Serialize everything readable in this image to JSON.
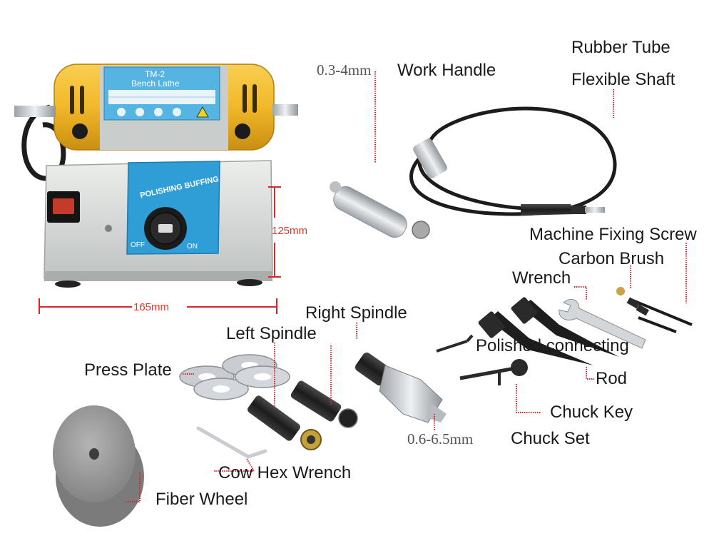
{
  "colors": {
    "lathe_yellow": "#f2b829",
    "lathe_body": "#d9dcd9",
    "panel_blue": "#3aa6d8",
    "leader_red": "#d8262b",
    "dimension_red": "#d83a2a",
    "metal": "#c8ccd0",
    "dark_metal": "#2b2b2b",
    "fiber_gray": "#9a9a9a"
  },
  "machine": {
    "model": "TM-2",
    "name": "Bench Lathe",
    "panel_text": "POLISHING BUFFING",
    "switch_off": "OFF",
    "switch_on": "ON"
  },
  "dimensions": {
    "height": "125mm",
    "width": "165mm"
  },
  "labels": {
    "work_handle_size": "0.3-4mm",
    "work_handle": "Work Handle",
    "rubber_tube": "Rubber Tube",
    "flexible_shaft": "Flexible Shaft",
    "machine_fixing_screw": "Machine Fixing Screw",
    "carbon_brush": "Carbon Brush",
    "wrench": "Wrench",
    "right_spindle": "Right Spindle",
    "left_spindle": "Left Spindle",
    "press_plate": "Press Plate",
    "polished_connecting": "Polished connecting",
    "rod": "Rod",
    "chuck_key": "Chuck Key",
    "chuck_set_size": "0.6-6.5mm",
    "chuck_set": "Chuck Set",
    "cow_hex_wrench": "Cow Hex Wrench",
    "fiber_wheel": "Fiber Wheel"
  }
}
